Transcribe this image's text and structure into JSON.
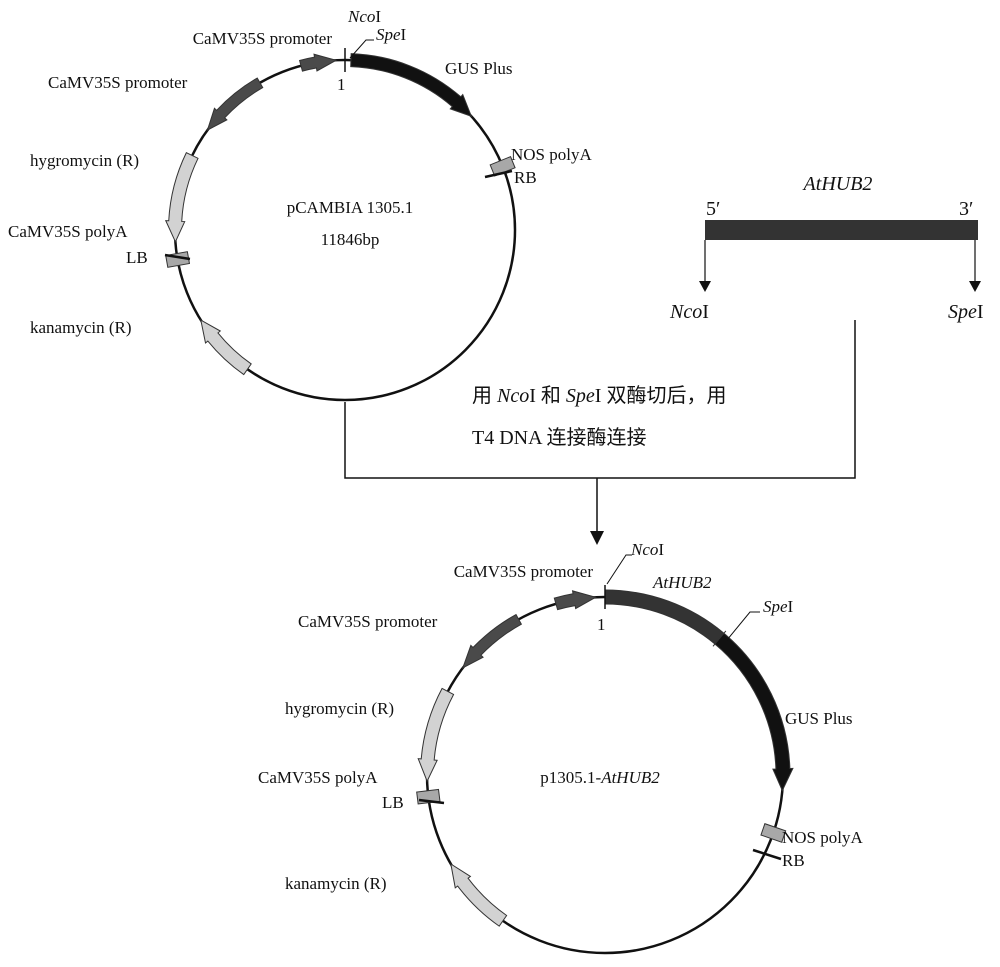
{
  "colors": {
    "backbone": "#111111",
    "gus": "#111111",
    "atHub2": "#333333",
    "promoter": "#4a4a4a",
    "resistance": "#d2d2d2",
    "terminator": "#a8a8a8"
  },
  "vector": {
    "name": "pCAMBIA 1305.1",
    "size": "11846bp",
    "start": "1",
    "nco_site": {
      "italic": "Nco",
      "suffix": "I"
    },
    "spe_site": {
      "italic": "Spe",
      "suffix": "I"
    },
    "labels": {
      "promoter_top": "CaMV35S promoter",
      "promoter_left": "CaMV35S promoter",
      "gus": "GUS Plus",
      "nos": "NOS polyA",
      "rb": "RB",
      "hygro": "hygromycin (R)",
      "polya": "CaMV35S polyA",
      "lb": "LB",
      "kan": "kanamycin (R)"
    }
  },
  "insert": {
    "gene": "AtHUB2",
    "five_prime": "5′",
    "three_prime": "3′",
    "left_site": {
      "italic": "Nco",
      "suffix": "I"
    },
    "right_site": {
      "italic": "Spe",
      "suffix": "I"
    }
  },
  "procedure": {
    "line1": {
      "a": "用 ",
      "b": "Nco",
      "c": "I 和 ",
      "d": "Spe",
      "e": "I 双酶切后，用"
    },
    "line2": "T4 DNA 连接酶连接"
  },
  "product": {
    "name_prefix": "p1305.1-",
    "name_gene": "AtHUB2",
    "start": "1",
    "nco_site": {
      "italic": "Nco",
      "suffix": "I"
    },
    "spe_site": {
      "italic": "Spe",
      "suffix": "I"
    },
    "labels": {
      "promoter_top": "CaMV35S promoter",
      "insert": "AtHUB2",
      "promoter_left": "CaMV35S promoter",
      "gus": "GUS Plus",
      "hygro": "hygromycin (R)",
      "polya": "CaMV35S polyA",
      "lb": "LB",
      "nos": "NOS polyA",
      "rb": "RB",
      "kan": "kanamycin (R)"
    }
  }
}
